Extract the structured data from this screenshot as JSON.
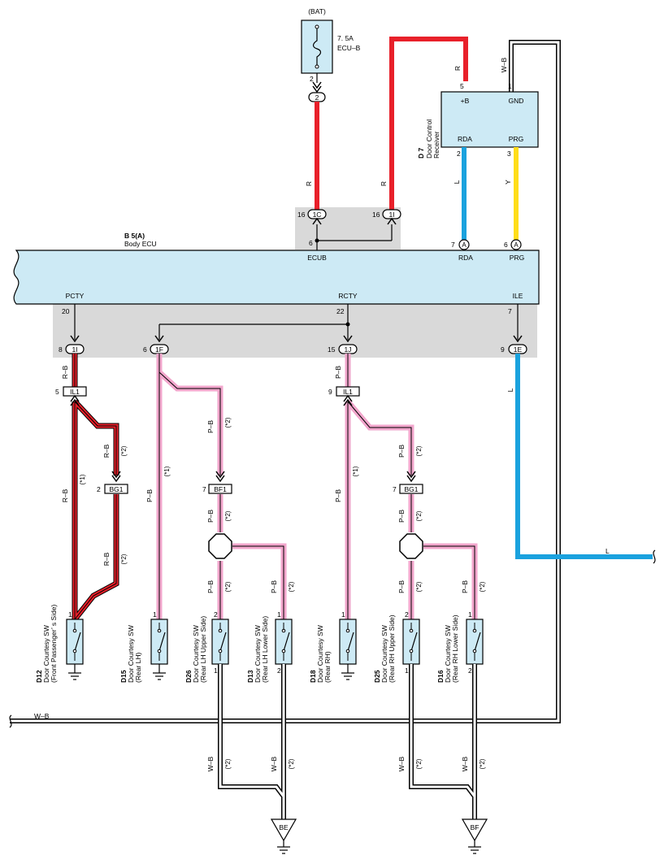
{
  "power": {
    "source": "(BAT)",
    "fuse_amp": "7. 5A",
    "fuse_name": "ECU–B",
    "fuse_pin": "2",
    "fuse_conn": "2"
  },
  "receiver": {
    "code": "D 7",
    "name_line1": "Door Control",
    "name_line2": "Receiver",
    "pin_b": "+B",
    "pin_gnd": "GND",
    "pin_rda": "RDA",
    "pin_prg": "PRG",
    "num_b": "5",
    "num_gnd": "1",
    "num_rda": "2",
    "num_prg": "3"
  },
  "ecu": {
    "code": "B 5(A)",
    "name": "Body ECU",
    "pin_ecub": "ECUB",
    "pin_rda": "RDA",
    "pin_prg": "PRG",
    "pin_pcty": "PCTY",
    "pin_rcty": "RCTY",
    "pin_ile": "ILE",
    "num_ecub": "6",
    "num_rda": "7",
    "num_prg": "6",
    "num_pcty": "20",
    "num_rcty": "22",
    "num_ile": "7",
    "conn_a": "A"
  },
  "junctions": {
    "j1c": "1C",
    "j1i_top": "1I",
    "j1c_pin": "16",
    "j1i_top_pin": "16",
    "j1i_bot": "1I",
    "j1f": "1F",
    "j1j": "1J",
    "j1e": "1E",
    "j1i_bot_pin": "8",
    "j1f_pin": "6",
    "j1j_pin": "15",
    "j1e_pin": "9"
  },
  "connectors": {
    "il1_left": "IL1",
    "il1_left_pin": "5",
    "il1_right": "IL1",
    "il1_right_pin": "9",
    "bg1_left": "BG1",
    "bg1_left_pin": "2",
    "bf1": "BF1",
    "bf1_pin": "7",
    "bg1_right": "BG1",
    "bg1_right_pin": "7"
  },
  "wires": {
    "r": "R",
    "wb": "W–B",
    "l": "L",
    "y": "Y",
    "rb": "R–B",
    "pb": "P–B",
    "note1": "(*1)",
    "note2": "(*2)"
  },
  "switches": [
    {
      "code": "D12",
      "name": "Door Courtesy SW",
      "detail": "(Front Passenger’ s Side)",
      "pin": "1"
    },
    {
      "code": "D15",
      "name": "Door Courtesy SW",
      "detail": "(Rear LH)",
      "pin": "1"
    },
    {
      "code": "D26",
      "name": "Door Courtesy SW",
      "detail": "(Rear LH Upper Side)",
      "pin": "2",
      "gnd_pin": "1"
    },
    {
      "code": "D13",
      "name": "Door Courtesy SW",
      "detail": "(Rear LH Lower Side)",
      "pin": "1",
      "gnd_pin": "2"
    },
    {
      "code": "D18",
      "name": "Door Courtesy SW",
      "detail": "(Rear RH)",
      "pin": "1"
    },
    {
      "code": "D25",
      "name": "Door Courtesy SW",
      "detail": "(Rear RH Upper Side)",
      "pin": "2",
      "gnd_pin": "1"
    },
    {
      "code": "D16",
      "name": "Door Courtesy SW",
      "detail": "(Rear RH Lower Side)",
      "pin": "1",
      "gnd_pin": "2"
    }
  ],
  "grounds": {
    "be": "BE",
    "bf": "BF"
  },
  "colors": {
    "red": "#e8202a",
    "blue": "#1aa2de",
    "yellow": "#ffdd1a",
    "pink": "#f2a6cc",
    "gray": "#d9d9d9",
    "box": "#cdeaf5"
  }
}
